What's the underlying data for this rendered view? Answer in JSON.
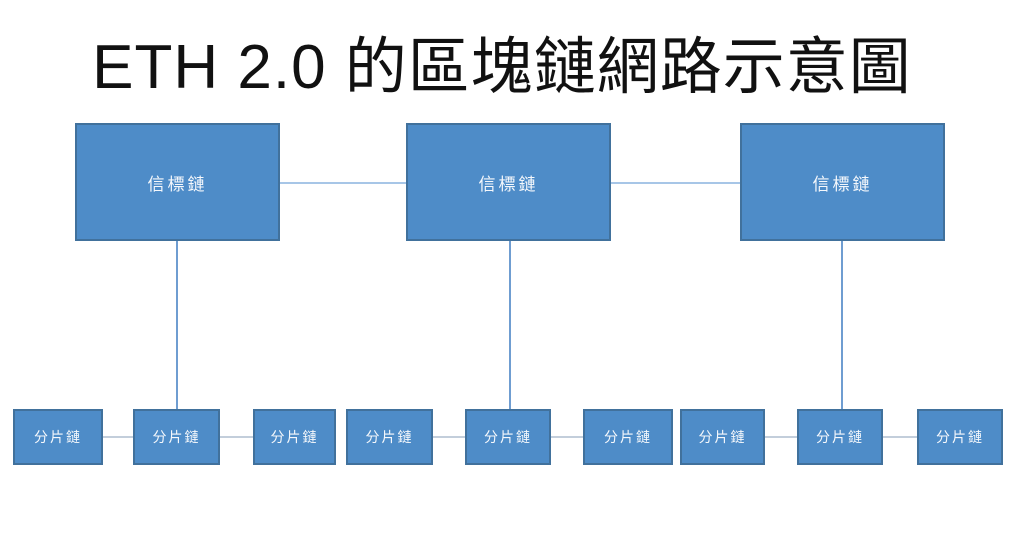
{
  "title": "ETH 2.0 的區塊鏈網路示意圖",
  "colors": {
    "title_color": "#111111",
    "node_fill": "#4e8cc8",
    "node_border": "#41719c",
    "node_text_color": "#f5f8fc",
    "beacon_connector_color": "#a7c6e7",
    "shard_connector_color": "#c3cedb",
    "vertical_connector_color": "#6f9dd1"
  },
  "beacons": [
    {
      "label": "信標鏈"
    },
    {
      "label": "信標鏈"
    },
    {
      "label": "信標鏈"
    }
  ],
  "shards": [
    {
      "label": "分片鏈"
    },
    {
      "label": "分片鏈"
    },
    {
      "label": "分片鏈"
    },
    {
      "label": "分片鏈"
    },
    {
      "label": "分片鏈"
    },
    {
      "label": "分片鏈"
    },
    {
      "label": "分片鏈"
    },
    {
      "label": "分片鏈"
    },
    {
      "label": "分片鏈"
    }
  ]
}
